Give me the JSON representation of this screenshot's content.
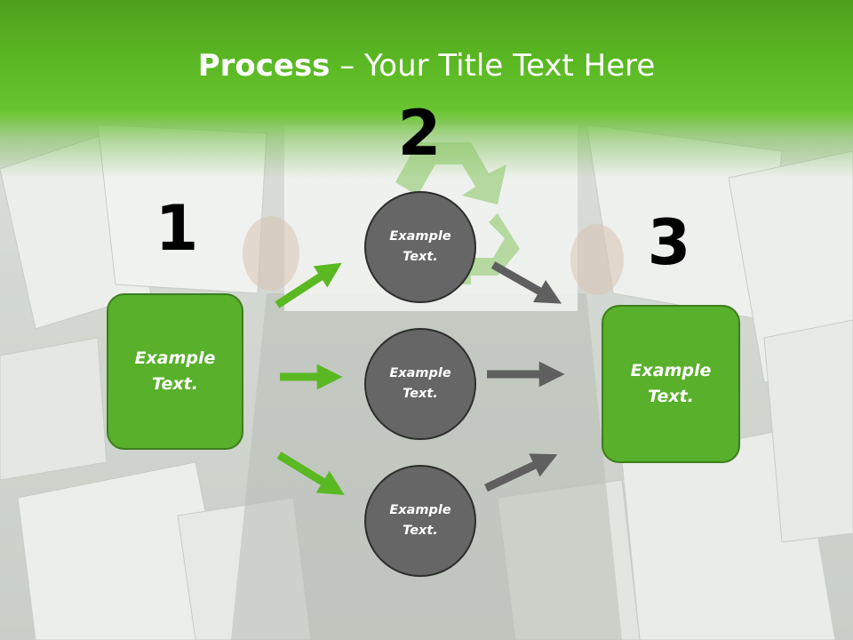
{
  "title": {
    "bold": "Process",
    "rest": " – Your Title Text Here"
  },
  "steps": [
    {
      "number": "1",
      "box_text": "Example Text."
    },
    {
      "number": "2"
    },
    {
      "number": "3",
      "box_text": "Example Text."
    }
  ],
  "circles": [
    {
      "text": "Example Text."
    },
    {
      "text": "Example Text."
    },
    {
      "text": "Example Text."
    }
  ],
  "colors": {
    "header_green": "#5ab823",
    "box_green": "#58b02b",
    "box_border": "#3d7e1d",
    "circle_fill": "#666666",
    "green_arrow": "#5ab823",
    "gray_arrow": "#5f5f5f"
  },
  "icons": [
    "recycle-icon"
  ]
}
